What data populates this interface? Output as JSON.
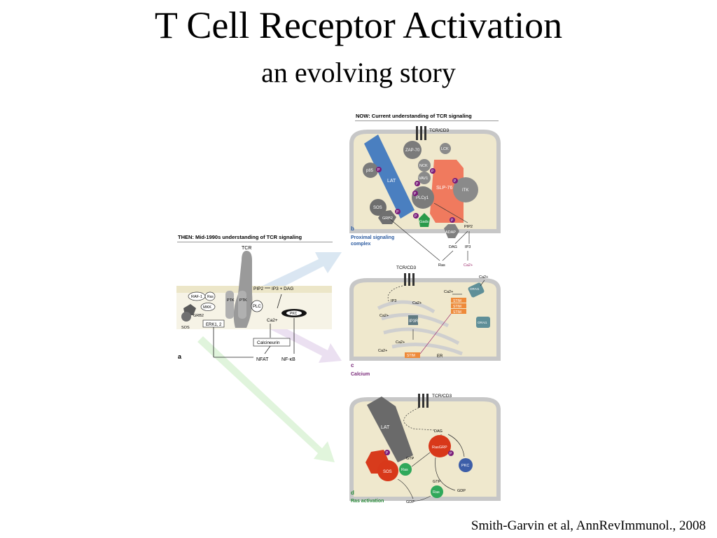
{
  "slide": {
    "title": "T Cell Receptor Activation",
    "subtitle": "an evolving story",
    "citation": "Smith-Garvin et al, AnnRevImmunol., 2008"
  },
  "panel_a": {
    "heading": "THEN: Mid-1990s understanding of TCR signaling",
    "letter": "a",
    "tcr": "TCR",
    "ptk1": "PTK",
    "ptk2": "PTK",
    "plc": "PLC",
    "pip2": "PIP2",
    "ip3_dag": "IP3 + DAG",
    "pkc": "PKC",
    "ca": "Ca2+",
    "calcineurin": "Calcineurin",
    "raf": "RAF-1",
    "ras": "Ras",
    "mkk": "MKK",
    "grb2": "GRB2",
    "sos": "SOS",
    "erk": "ERK1, 2",
    "nfat": "NFAT",
    "nfkb": "NF-κB"
  },
  "panel_b": {
    "heading": "NOW: Current understanding of TCR signaling",
    "letter": "b",
    "caption1": "Proximal signaling",
    "caption2": "complex",
    "tcr": "TCR/CD3",
    "zap70": "ZAP-70",
    "lck": "LCK",
    "nck": "NCK",
    "vav1": "VAV1",
    "p85": "p85",
    "lat": "LAT",
    "slp76": "SLP-76",
    "itk": "ITK",
    "plcg1": "PLCγ1",
    "sos": "SOS",
    "grb2": "GRB2",
    "gads": "Gads",
    "adap": "ADAP",
    "pip2": "PIP2",
    "dag": "DAG",
    "ip3": "IP3",
    "ras": "Ras",
    "ca": "Ca2+",
    "p": "P"
  },
  "panel_c": {
    "letter": "c",
    "caption": "Calcium",
    "tcr": "TCR/CD3",
    "ip3": "IP3",
    "ip3r": "IP3R",
    "ca": "Ca2+",
    "stim": "STIM",
    "orai": "ORAI1",
    "er": "ER"
  },
  "panel_d": {
    "letter": "d",
    "caption": "Ras activation",
    "tcr": "TCR/CD3",
    "lat": "LAT",
    "dag": "DAG",
    "rasgrp": "RasGRP",
    "pkc": "PKC",
    "gtp": "GTP",
    "ras": "Ras",
    "sos": "SOS",
    "gdp": "GDP",
    "p": "P"
  }
}
